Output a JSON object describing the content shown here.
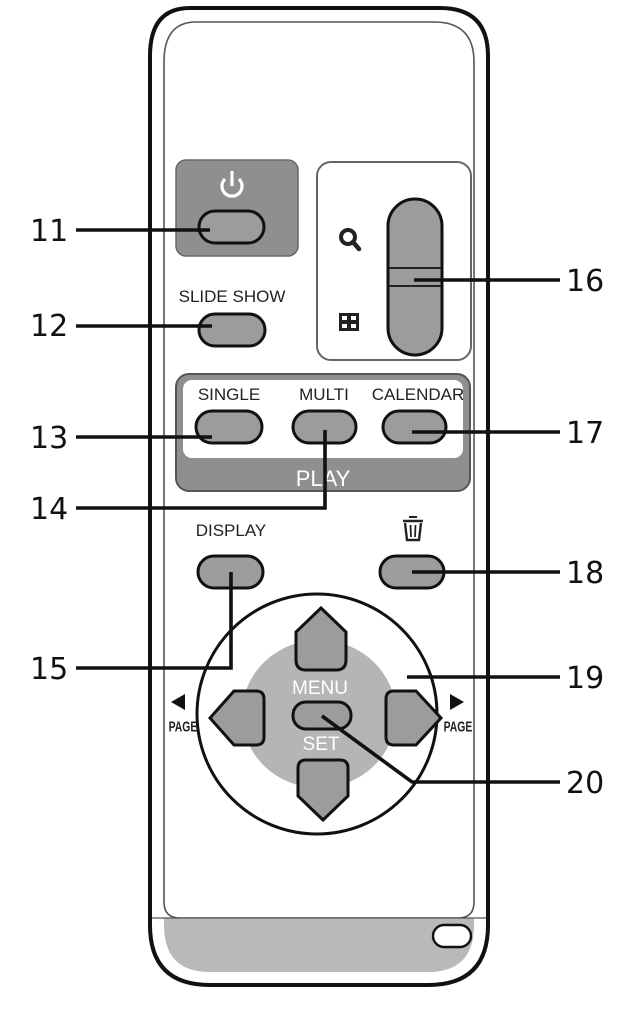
{
  "labels": {
    "slide_show": "SLIDE SHOW",
    "single": "SINGLE",
    "multi": "MULTI",
    "calendar": "CALENDAR",
    "play": "PLAY",
    "display": "DISPLAY",
    "menu": "MENU",
    "set": "SET",
    "page_left": "PAGE",
    "page_right": "PAGE"
  },
  "callouts": {
    "c11": "11",
    "c12": "12",
    "c13": "13",
    "c14": "14",
    "c15": "15",
    "c16": "16",
    "c17": "17",
    "c18": "18",
    "c19": "19",
    "c20": "20"
  },
  "icons": {
    "power": "power-icon",
    "zoom_in": "magnifier-icon",
    "zoom_out": "thumbnail-grid-icon",
    "delete": "trash-icon",
    "page_left": "left-triangle-icon",
    "page_right": "right-triangle-icon"
  },
  "colors": {
    "button_gray": "#9c9c9c",
    "panel_gray": "#8f8f8f",
    "nav_center_gray": "#b5b5b5",
    "outline": "#111111"
  }
}
